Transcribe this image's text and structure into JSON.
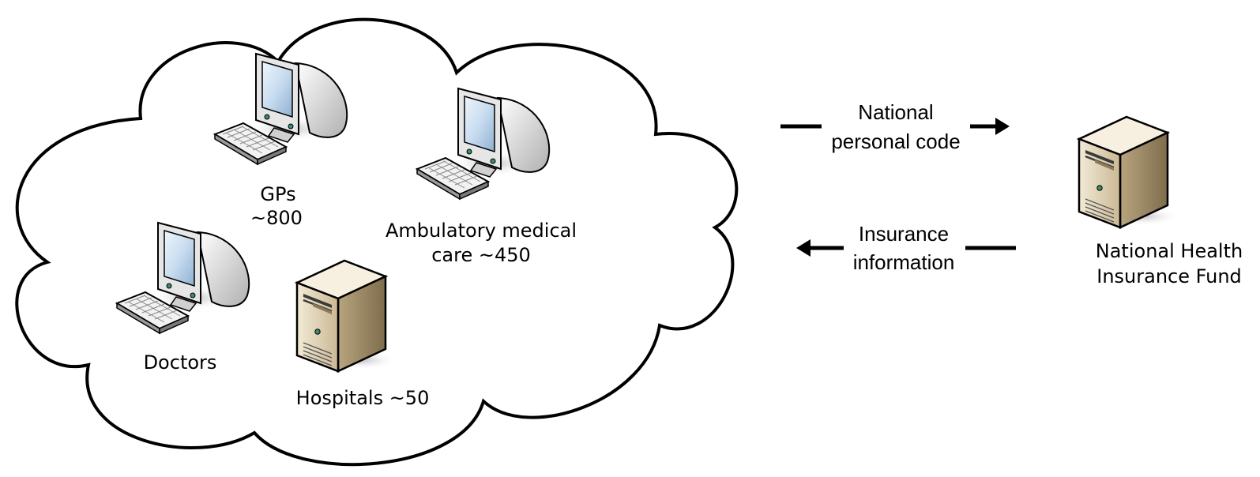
{
  "nodes": {
    "gps": {
      "line1": "GPs",
      "line2": "~800",
      "icon": "computer-icon"
    },
    "ambulatory": {
      "line1": "Ambulatory medical",
      "line2": "care ~450",
      "icon": "computer-icon"
    },
    "doctors": {
      "line1": "Doctors",
      "icon": "computer-icon"
    },
    "hospitals": {
      "line1": "Hospitals ~50",
      "icon": "server-icon"
    },
    "fund": {
      "line1": "National Health",
      "line2": "Insurance Fund",
      "icon": "server-icon"
    }
  },
  "arrows": {
    "request": {
      "line1": "National",
      "line2": "personal code",
      "direction": "right"
    },
    "response": {
      "line1": "Insurance",
      "line2": "information",
      "direction": "left"
    }
  },
  "colors": {
    "outline": "#000000",
    "screen": "#c8dcf0",
    "monitor_body": "#e6e6e6",
    "server_body": "#e8dcc0",
    "led": "#3c8c6c"
  }
}
